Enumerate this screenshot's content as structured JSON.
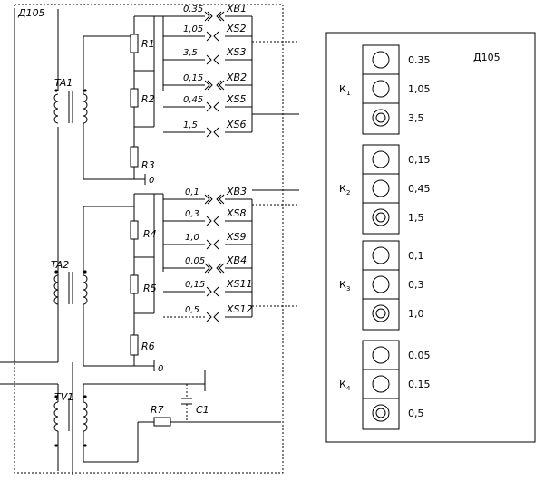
{
  "device_label": "Д105",
  "circuit": {
    "transformers": {
      "ta1": "TA1",
      "ta2": "TA2",
      "tv1": "TV1"
    },
    "resistors": {
      "r1": "R1",
      "r2": "R2",
      "r3": "R3",
      "r4": "R4",
      "r5": "R5",
      "r6": "R6",
      "r7": "R7"
    },
    "capacitor": "C1",
    "zero_top": "0",
    "zero_bottom": "0",
    "group1": [
      {
        "value": "0.35",
        "connector": "XB1"
      },
      {
        "value": "1,05",
        "connector": "XS2"
      },
      {
        "value": "3,5",
        "connector": "XS3"
      },
      {
        "value": "0,15",
        "connector": "XB2"
      },
      {
        "value": "0,45",
        "connector": "XS5"
      },
      {
        "value": "1,5",
        "connector": "XS6"
      }
    ],
    "group2": [
      {
        "value": "0,1",
        "connector": "XB3"
      },
      {
        "value": "0,3",
        "connector": "XS8"
      },
      {
        "value": "1,0",
        "connector": "XS9"
      },
      {
        "value": "0,05",
        "connector": "XB4"
      },
      {
        "value": "0,15",
        "connector": "XS11"
      },
      {
        "value": "0,5",
        "connector": "XS12"
      }
    ]
  },
  "panel": {
    "title": "Д105",
    "groups": [
      {
        "letter": "К",
        "sub": "1",
        "values": [
          "0.35",
          "1,05",
          "3,5"
        ]
      },
      {
        "letter": "К",
        "sub": "2",
        "values": [
          "0,15",
          "0,45",
          "1,5"
        ]
      },
      {
        "letter": "К",
        "sub": "3",
        "values": [
          "0,1",
          "0,3",
          "1,0"
        ]
      },
      {
        "letter": "К",
        "sub": "4",
        "values": [
          "0.05",
          "0.15",
          "0,5"
        ]
      }
    ]
  }
}
